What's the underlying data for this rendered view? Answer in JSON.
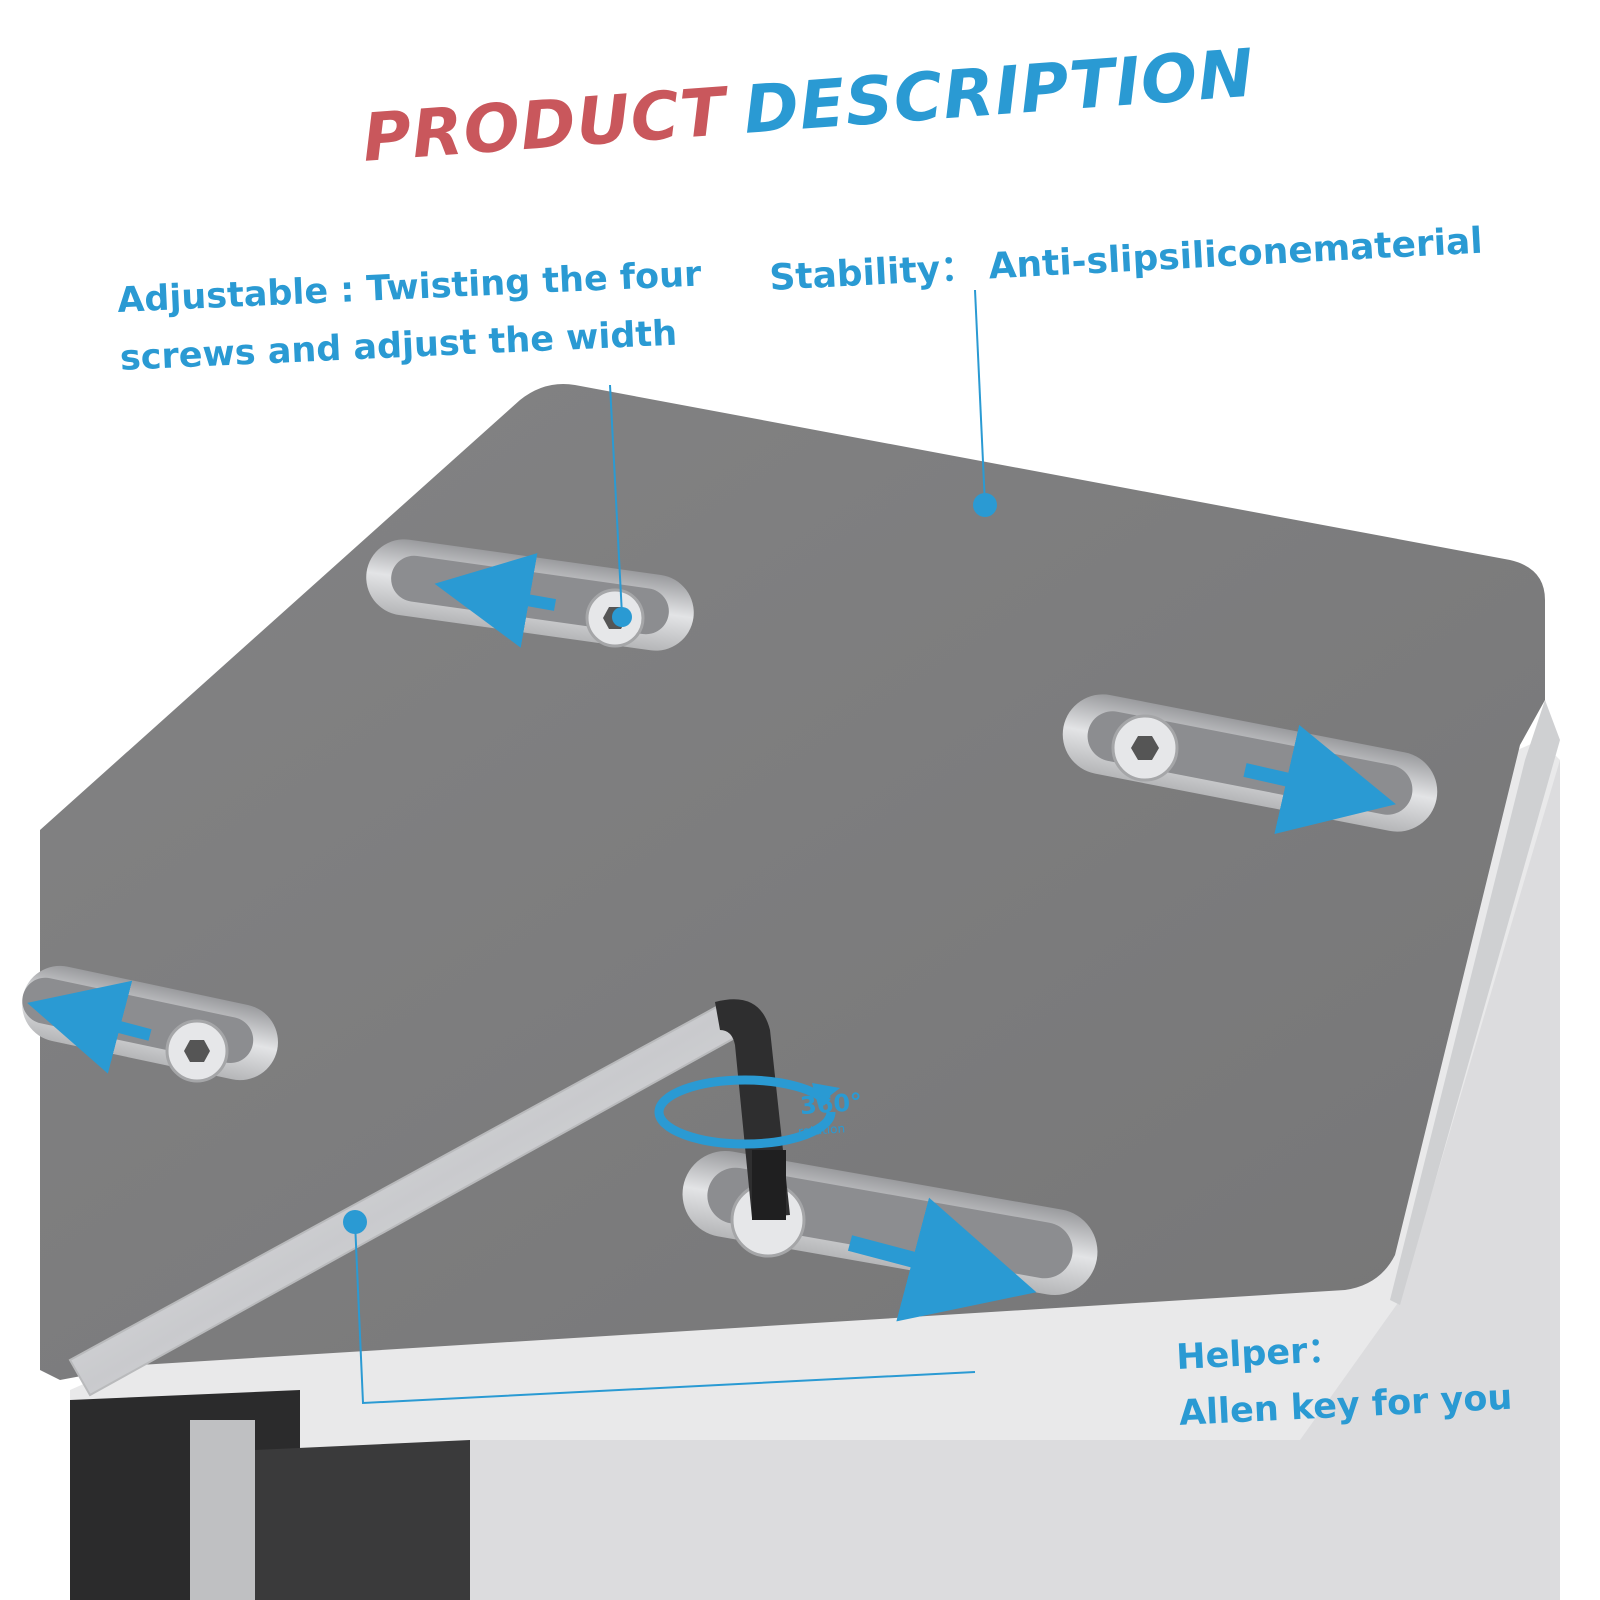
{
  "title": {
    "word1": "PRODUCT",
    "word2": "DESCRIPTION"
  },
  "callouts": {
    "adjustable": {
      "line1": "Adjustable : Twisting the four",
      "line2": "screws and adjust the width"
    },
    "stability": {
      "text": "Stability：  Anti-slipsiliconematerial"
    },
    "helper": {
      "line1": "Helper：",
      "line2": "Allen key for you"
    }
  },
  "rotation": {
    "label": "360°",
    "sub": "rotation"
  },
  "colors": {
    "title_red": "#c9575c",
    "accent_blue": "#2a9ad3",
    "plate_gray": "#7d7d7e",
    "metal": "#d9dadc"
  },
  "icons": [
    "arrow-left-icon",
    "arrow-right-icon",
    "rotation-arrow-icon",
    "hex-screw-icon"
  ]
}
